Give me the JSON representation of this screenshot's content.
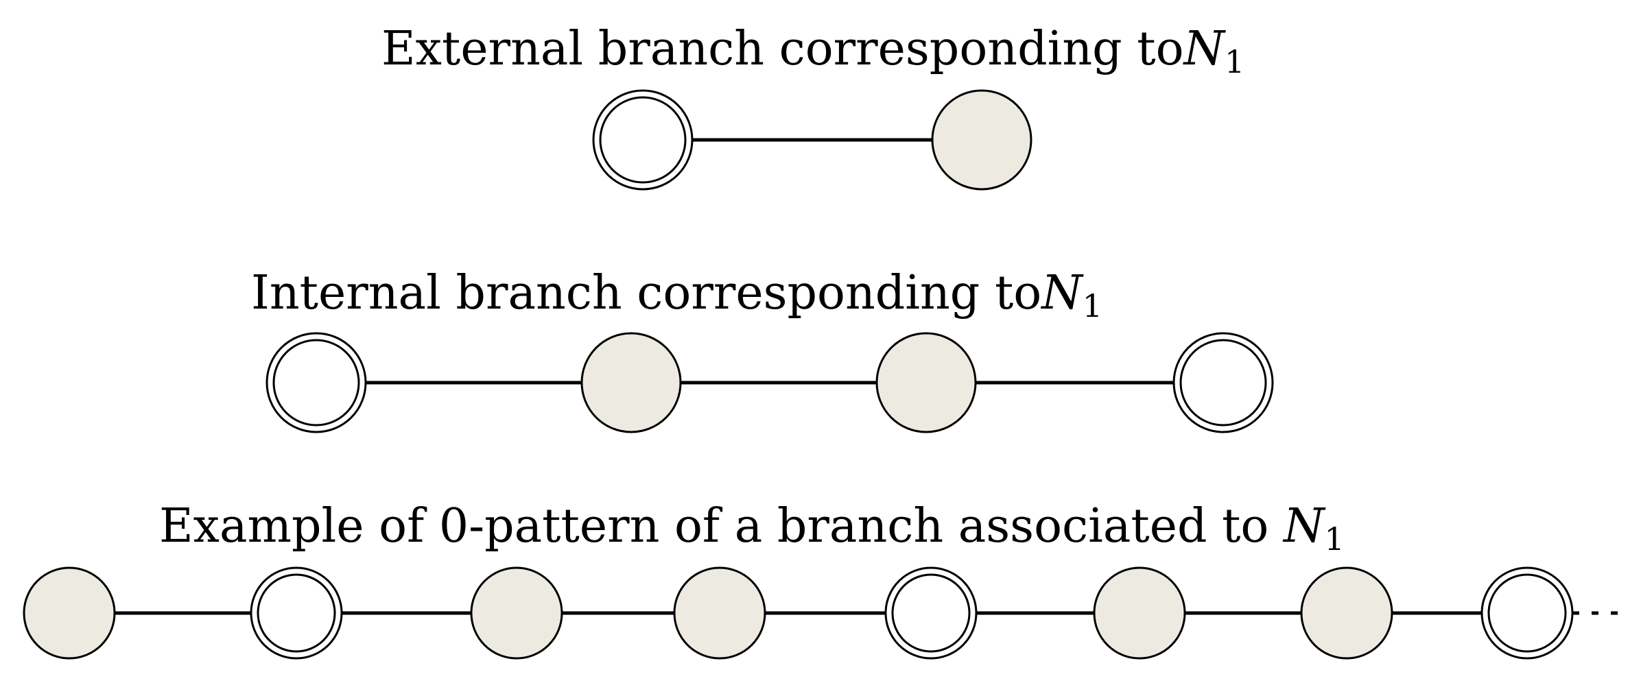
{
  "captions": {
    "external": {
      "text": "External branch corresponding to",
      "symbol": "N",
      "subscript": "1"
    },
    "internal": {
      "text": "Internal branch corresponding to",
      "symbol": "N",
      "subscript": "1"
    },
    "example": {
      "text": "Example of 0-pattern of a branch associated to ",
      "symbol": "N",
      "subscript": "1"
    }
  },
  "rows": {
    "external": [
      "double",
      "filled"
    ],
    "internal": [
      "double",
      "filled",
      "filled",
      "double"
    ],
    "example": [
      "filled",
      "double",
      "filled",
      "filled",
      "double",
      "filled",
      "filled",
      "double"
    ]
  },
  "colors": {
    "filled_node": "#edebe1",
    "stroke": "#000000",
    "background": "#ffffff"
  }
}
